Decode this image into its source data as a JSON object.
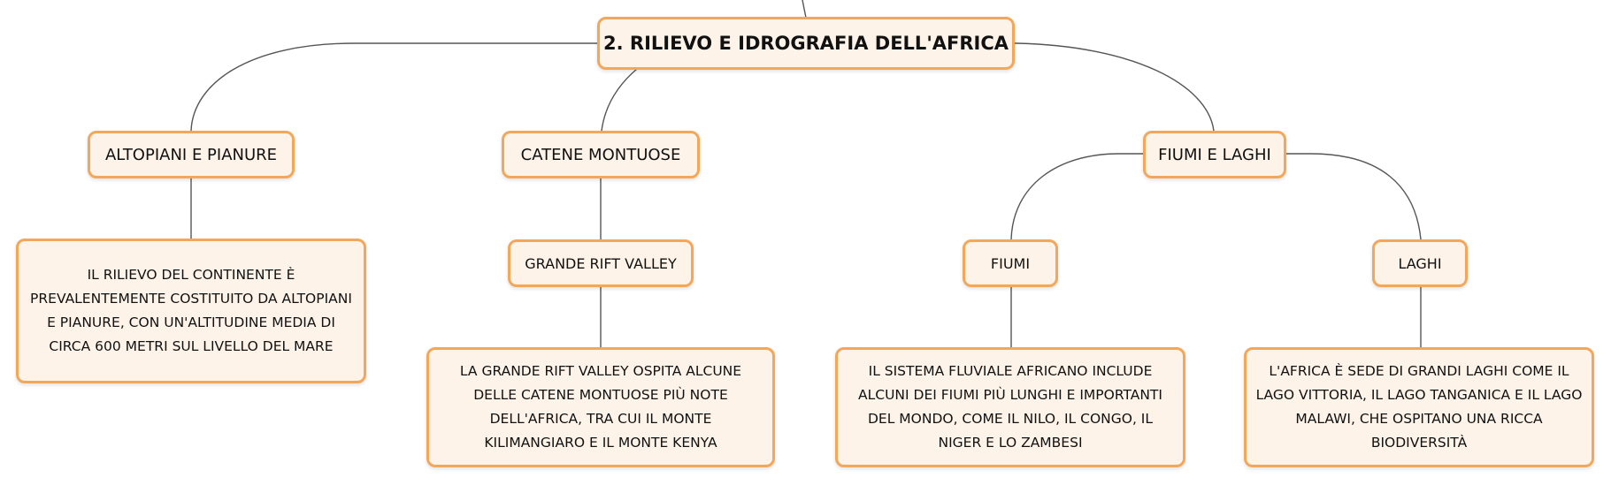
{
  "root": {
    "label": "2. RILIEVO E IDROGRAFIA DELL'AFRICA"
  },
  "branches": {
    "altopiani": {
      "label": "ALTOPIANI E PIANURE",
      "detail": "IL RILIEVO DEL CONTINENTE È PREVALENTEMENTE COSTITUITO DA ALTOPIANI E PIANURE, CON UN'ALTITUDINE MEDIA DI CIRCA 600 METRI SUL LIVELLO DEL MARE"
    },
    "catene": {
      "label": "CATENE MONTUOSE",
      "sub_label": "GRANDE RIFT VALLEY",
      "detail": "LA GRANDE RIFT VALLEY OSPITA ALCUNE DELLE CATENE MONTUOSE PIÙ NOTE DELL'AFRICA, TRA CUI IL MONTE KILIMANGIARO E IL MONTE KENYA"
    },
    "fiumi_laghi": {
      "label": "FIUMI E LAGHI",
      "fiumi": {
        "label": "FIUMI",
        "detail": "IL SISTEMA FLUVIALE AFRICANO INCLUDE ALCUNI DEI FIUMI PIÙ LUNGHI E IMPORTANTI DEL MONDO, COME IL NILO, IL CONGO, IL NIGER E LO ZAMBESI"
      },
      "laghi": {
        "label": "LAGHI",
        "detail": "L'AFRICA È SEDE DI GRANDI LAGHI COME IL LAGO VITTORIA, IL LAGO TANGANICA E IL LAGO MALAWI, CHE OSPITANO UNA RICCA BIODIVERSITÀ"
      }
    }
  },
  "colors": {
    "node_fill": "#fdf3e9",
    "node_border": "#f3a75b",
    "connector": "#555555"
  }
}
